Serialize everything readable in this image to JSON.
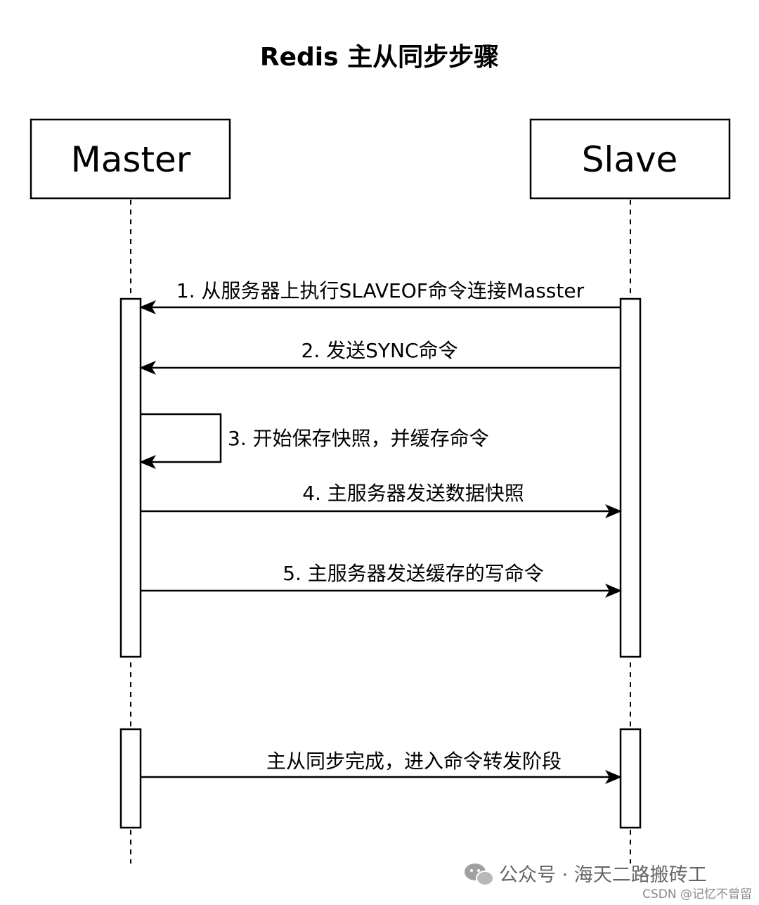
{
  "title": "Redis 主从同步步骤",
  "participants": {
    "master": "Master",
    "slave": "Slave"
  },
  "messages": {
    "m1": "1. 从服务器上执行SLAVEOF命令连接Masster",
    "m2": "2. 发送SYNC命令",
    "m3": "3. 开始保存快照，并缓存命令",
    "m4": "4. 主服务器发送数据快照",
    "m5": "5. 主服务器发送缓存的写命令",
    "m6": "主从同步完成，进入命令转发阶段"
  },
  "watermark": {
    "account": "公众号 · 海天二路搬砖工",
    "site": "CSDN @记忆不曾留"
  },
  "colors": {
    "line": "#000000",
    "watermark_icon": "#9a9a9a"
  }
}
